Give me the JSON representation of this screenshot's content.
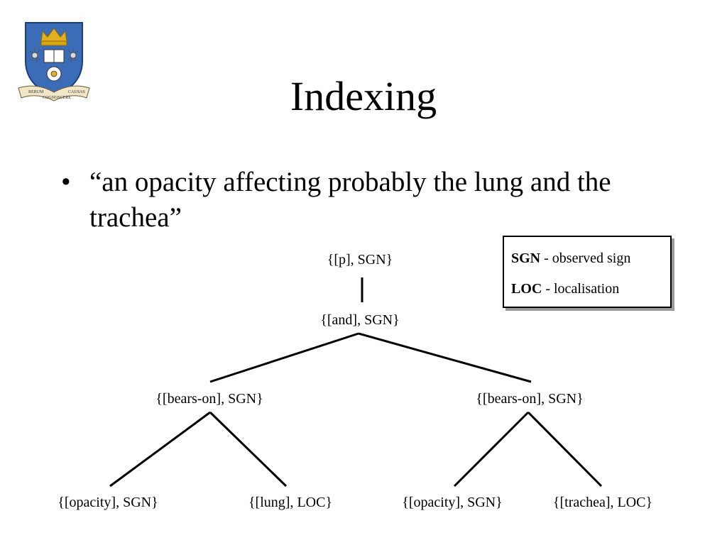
{
  "slide": {
    "title": "Indexing",
    "bullet_symbol": "•",
    "bullet_text": "“an opacity affecting probably the lung and the trachea”"
  },
  "logo": {
    "motto_left": "RERUM",
    "motto_center": "COGNOSCERE",
    "motto_right": "CAUSAS"
  },
  "tree": {
    "root": "{[p], SGN}",
    "and": "{[and], SGN}",
    "left_bears": "{[bears-on], SGN}",
    "right_bears": "{[bears-on], SGN}",
    "leaf1": "{[opacity], SGN}",
    "leaf2": "{[lung], LOC}",
    "leaf3": "{[opacity], SGN}",
    "leaf4": "{[trachea], LOC}"
  },
  "legend": {
    "sgn_key": "SGN",
    "sgn_desc": " - observed sign",
    "loc_key": "LOC",
    "loc_desc": " - localisation"
  }
}
